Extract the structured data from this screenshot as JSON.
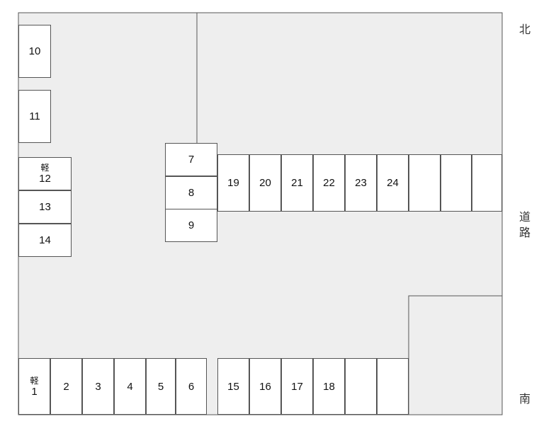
{
  "colors": {
    "lot_fill": "#eeeeee",
    "outline": "#555555",
    "spot_fill": "#ffffff"
  },
  "directions": {
    "north": "北",
    "road": "道\n路",
    "south": "南"
  },
  "spots": [
    {
      "id": "10",
      "label": "10"
    },
    {
      "id": "11",
      "label": "11"
    },
    {
      "id": "12",
      "label": "12",
      "kei": "軽"
    },
    {
      "id": "13",
      "label": "13"
    },
    {
      "id": "14",
      "label": "14"
    },
    {
      "id": "7",
      "label": "7"
    },
    {
      "id": "8",
      "label": "8"
    },
    {
      "id": "9",
      "label": "9"
    },
    {
      "id": "19",
      "label": "19"
    },
    {
      "id": "20",
      "label": "20"
    },
    {
      "id": "21",
      "label": "21"
    },
    {
      "id": "22",
      "label": "22"
    },
    {
      "id": "23",
      "label": "23"
    },
    {
      "id": "24",
      "label": "24"
    },
    {
      "id": "t1",
      "label": ""
    },
    {
      "id": "t2",
      "label": ""
    },
    {
      "id": "t3",
      "label": ""
    },
    {
      "id": "1",
      "label": "1",
      "kei": "軽"
    },
    {
      "id": "2",
      "label": "2"
    },
    {
      "id": "3",
      "label": "3"
    },
    {
      "id": "4",
      "label": "4"
    },
    {
      "id": "5",
      "label": "5"
    },
    {
      "id": "6",
      "label": "6"
    },
    {
      "id": "15",
      "label": "15"
    },
    {
      "id": "16",
      "label": "16"
    },
    {
      "id": "17",
      "label": "17"
    },
    {
      "id": "18",
      "label": "18"
    },
    {
      "id": "b1",
      "label": ""
    },
    {
      "id": "b2",
      "label": ""
    }
  ]
}
